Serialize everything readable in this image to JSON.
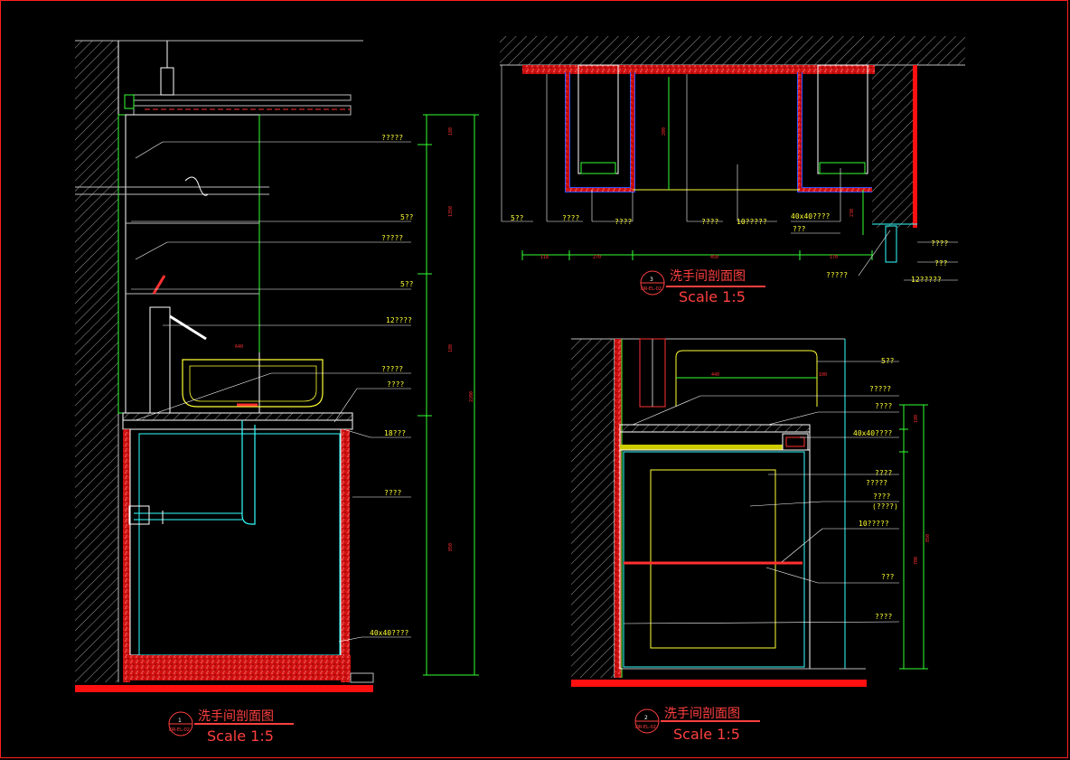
{
  "drawings": [
    {
      "id": "section-1",
      "number": "1",
      "ref": "DR-EL-02",
      "title": "洗手间剖面图",
      "scale": "Scale 1:5",
      "labels": [
        "?????",
        "5??",
        "?????",
        "5??",
        "12????",
        "?????",
        "????",
        "18???",
        "????",
        "40x40????"
      ],
      "dims": [
        "180",
        "1350",
        "2200",
        "850",
        "180",
        "640"
      ]
    },
    {
      "id": "section-2",
      "number": "2",
      "ref": "DR-EL-02",
      "title": "洗手间剖面图",
      "scale": "Scale 1:5",
      "labels": [
        "5??",
        "?????",
        "????",
        "40x40????",
        "????",
        "?????",
        "????",
        "(????)",
        "10?????",
        "???",
        "????"
      ],
      "dims": [
        "440",
        "100",
        "850",
        "700",
        "180"
      ]
    },
    {
      "id": "section-3",
      "number": "3",
      "ref": "DR-EL-02",
      "title": "洗手间剖面图",
      "scale": "Scale 1:5",
      "labels": [
        "5??",
        "????",
        "????",
        "????",
        "10?????",
        "40x40????",
        "???",
        "????",
        "???",
        "?????",
        "12?????"
      ],
      "dims": [
        "118",
        "270",
        "450",
        "170",
        "200",
        "230"
      ]
    }
  ]
}
